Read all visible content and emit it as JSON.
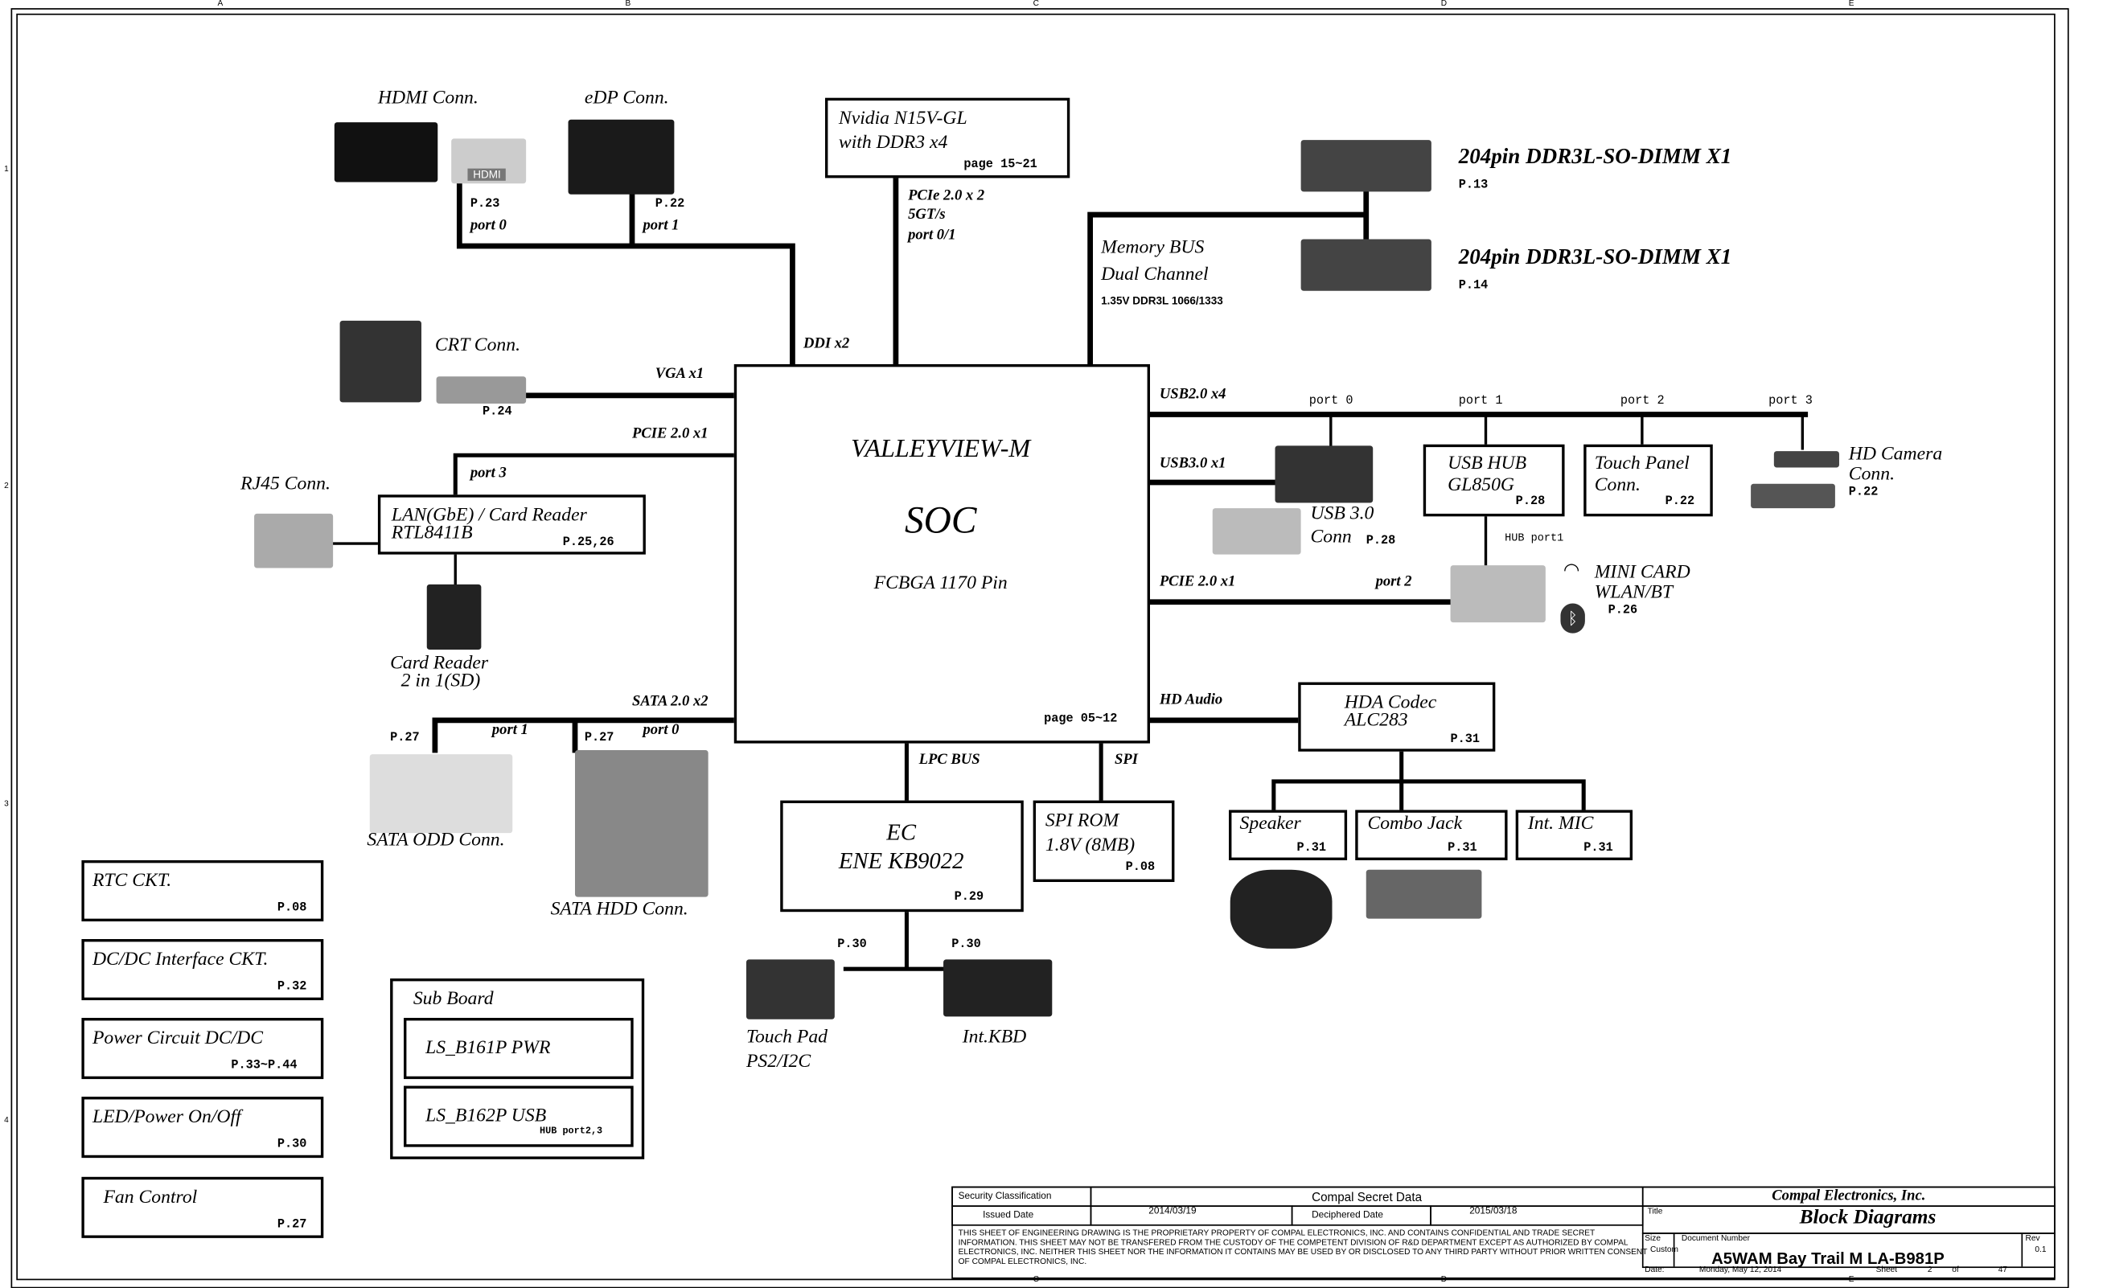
{
  "frame": {
    "cols": [
      "A",
      "B",
      "C",
      "D",
      "E"
    ],
    "rows": [
      "1",
      "2",
      "3",
      "4"
    ],
    "bottom_cols": [
      "C",
      "D",
      "E"
    ]
  },
  "video": {
    "hdmi": {
      "label": "HDMI Conn.",
      "page": "P.23",
      "port": "port 0",
      "logo": "HDMI"
    },
    "edp": {
      "label": "eDP Conn.",
      "page": "P.22",
      "port": "port 1"
    },
    "ddi": "DDI x2",
    "crt": {
      "label": "CRT Conn.",
      "page": "P.24",
      "bus": "VGA x1"
    }
  },
  "gpu": {
    "line1": "Nvidia N15V-GL",
    "line2": "with DDR3 x4",
    "page": "page 15~21",
    "bus1": "PCIe 2.0 x 2",
    "bus2": "5GT/s",
    "bus3": "port 0/1"
  },
  "memory": {
    "bus1": "Memory BUS",
    "bus2": "Dual Channel",
    "spec": "1.35V DDR3L 1066/1333",
    "dimms": [
      {
        "label": "204pin DDR3L-SO-DIMM X1",
        "page": "P.13"
      },
      {
        "label": "204pin DDR3L-SO-DIMM X1",
        "page": "P.14"
      }
    ]
  },
  "soc": {
    "line1": "VALLEYVIEW-M",
    "line2": "SOC",
    "line3": "FCBGA 1170 Pin",
    "page": "page 05~12"
  },
  "lan": {
    "bus": "PCIE 2.0 x1",
    "port": "port 3",
    "line1": "LAN(GbE) / Card Reader",
    "line2": "RTL8411B",
    "page": "P.25,26",
    "rj45": "RJ45 Conn.",
    "card1": "Card Reader",
    "card2": "2 in 1(SD)"
  },
  "sata": {
    "bus": "SATA 2.0 x2",
    "odd": {
      "page": "P.27",
      "port": "port 1",
      "label": "SATA ODD Conn."
    },
    "hdd": {
      "page": "P.27",
      "port": "port 0",
      "label": "SATA HDD Conn."
    }
  },
  "ec": {
    "bus": "LPC BUS",
    "line1": "EC",
    "line2": "ENE KB9022",
    "page": "P.29",
    "tp_page": "P.30",
    "kb_page": "P.30",
    "tp1": "Touch Pad",
    "tp2": "PS2/I2C",
    "kb": "Int.KBD"
  },
  "spi": {
    "bus": "SPI",
    "line1": "SPI ROM",
    "line2": "1.8V (8MB)",
    "page": "P.08"
  },
  "audio": {
    "bus": "HD Audio",
    "line1": "HDA Codec",
    "line2": "ALC283",
    "page": "P.31",
    "outputs": [
      {
        "label": "Speaker",
        "page": "P.31"
      },
      {
        "label": "Combo Jack",
        "page": "P.31"
      },
      {
        "label": "Int. MIC",
        "page": "P.31"
      }
    ]
  },
  "usb": {
    "bus2": "USB2.0 x4",
    "ports": [
      "port 0",
      "port 1",
      "port 2",
      "port 3"
    ],
    "bus3": "USB3.0 x1",
    "usb3": {
      "line1": "USB 3.0",
      "line2": "Conn",
      "page": "P.28"
    },
    "hub": {
      "line1": "USB HUB",
      "line2": "GL850G",
      "page": "P.28",
      "hubport": "HUB port1"
    },
    "touch": {
      "line1": "Touch Panel",
      "line2": "Conn.",
      "page": "P.22"
    },
    "camera": {
      "line1": "HD Camera",
      "line2": "Conn.",
      "page": "P.22"
    }
  },
  "wlan": {
    "bus": "PCIE 2.0 x1",
    "port": "port 2",
    "line1": "MINI CARD",
    "line2": "WLAN/BT",
    "page": "P.26"
  },
  "side": [
    {
      "label": "RTC CKT.",
      "page": "P.08"
    },
    {
      "label": "DC/DC Interface CKT.",
      "page": "P.32"
    },
    {
      "label": "Power Circuit DC/DC",
      "page": "P.33~P.44"
    },
    {
      "label": "LED/Power On/Off",
      "page": "P.30"
    },
    {
      "label": "Fan Control",
      "page": "P.27"
    }
  ],
  "subboard": {
    "title": "Sub Board",
    "b1": "LS_B161P  PWR",
    "b2": "LS_B162P  USB",
    "b2note": "HUB port2,3"
  },
  "titleblock": {
    "sec_label": "Security Classification",
    "sec_value": "Compal Secret Data",
    "issued_label": "Issued Date",
    "issued": "2014/03/19",
    "deciph_label": "Deciphered Date",
    "deciph": "2015/03/18",
    "notice": "THIS SHEET OF ENGINEERING DRAWING IS THE PROPRIETARY PROPERTY OF COMPAL ELECTRONICS, INC. AND CONTAINS CONFIDENTIAL AND TRADE SECRET INFORMATION. THIS SHEET MAY NOT BE TRANSFERED FROM THE CUSTODY OF THE COMPETENT DIVISION OF R&D DEPARTMENT EXCEPT AS AUTHORIZED BY COMPAL ELECTRONICS, INC. NEITHER THIS SHEET NOR THE INFORMATION IT CONTAINS MAY BE USED BY OR DISCLOSED TO ANY THIRD PARTY WITHOUT PRIOR WRITTEN CONSENT OF COMPAL ELECTRONICS, INC.",
    "company": "Compal Electronics, Inc.",
    "title_label": "Title",
    "title": "Block Diagrams",
    "size_label": "Size",
    "size": "Custom",
    "docnum_label": "Document Number",
    "docnum": "A5WAM  Bay Trail M  LA-B981P",
    "rev_label": "Rev",
    "rev": "0.1",
    "date_label": "Date:",
    "date": "Monday, May 12, 2014",
    "sheet_label": "Sheet",
    "sheet": "2",
    "of_label": "of",
    "of": "47"
  }
}
